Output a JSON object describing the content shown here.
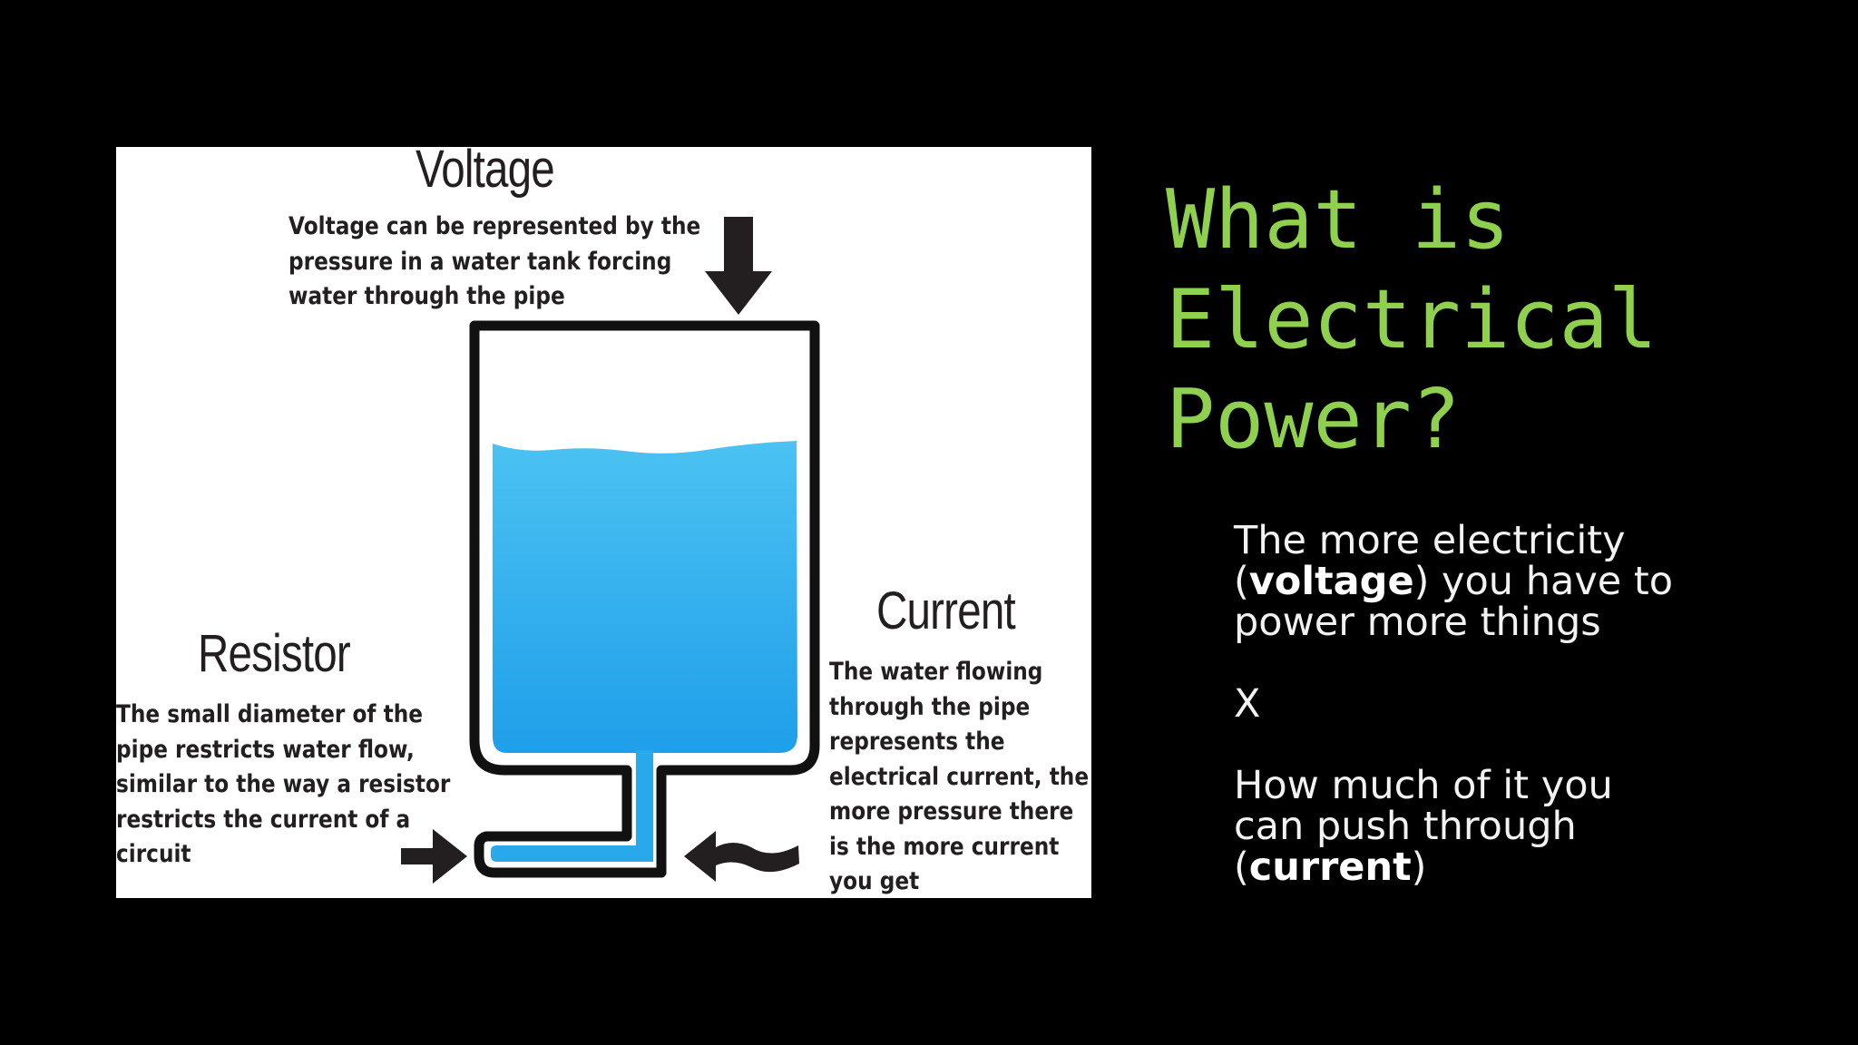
{
  "slide": {
    "title_lines": [
      "What is",
      "Electrical",
      "Power?"
    ],
    "title_color": "#8fd14f",
    "body": {
      "para1": {
        "line1": "The more electricity",
        "line2_open": "(",
        "line2_bold": "voltage",
        "line2_rest": ") you have to",
        "line3": "power more things"
      },
      "operator": "X",
      "para2": {
        "line1": "How much of it you",
        "line2": "can push through",
        "line3_open": "(",
        "line3_bold": "current",
        "line3_close": ")"
      }
    }
  },
  "diagram": {
    "water_color": "#29a8ec",
    "voltage": {
      "heading": "Voltage",
      "lines": [
        "Voltage can be represented by the",
        "pressure in a water tank forcing",
        "water through the pipe"
      ]
    },
    "resistor": {
      "heading": "Resistor",
      "lines": [
        "The small diameter of the",
        "pipe restricts water flow,",
        "similar to the way a resistor",
        "restricts the current of a",
        "circuit"
      ]
    },
    "current": {
      "heading": "Current",
      "lines": [
        "The water flowing",
        "through the pipe",
        "represents the",
        "electrical current, the",
        "more pressure there",
        "is the more current",
        "you get"
      ]
    }
  }
}
